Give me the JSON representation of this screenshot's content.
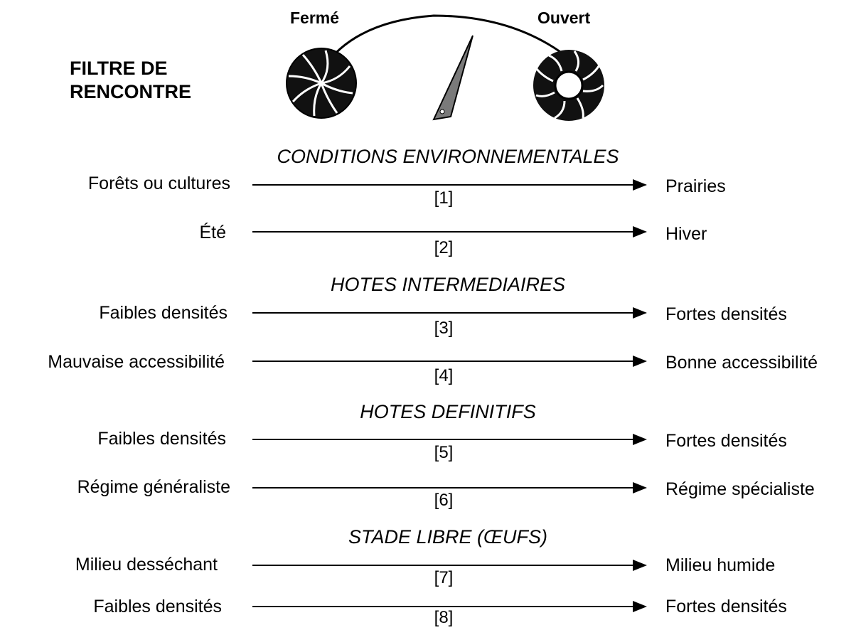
{
  "filter": {
    "title_line1": "FILTRE DE",
    "title_line2": "RENCONTRE",
    "closed_label": "Fermé",
    "open_label": "Ouvert"
  },
  "sections": [
    {
      "title": "CONDITIONS ENVIRONNEMENTALES"
    },
    {
      "title": "HOTES INTERMEDIAIRES"
    },
    {
      "title": "HOTES DEFINITIFS"
    },
    {
      "title": "STADE LIBRE (ŒUFS)"
    }
  ],
  "factors": [
    {
      "left": "Forêts ou cultures",
      "number": "[1]",
      "right": "Prairies"
    },
    {
      "left": "Été",
      "number": "[2]",
      "right": "Hiver"
    },
    {
      "left": "Faibles densités",
      "number": "[3]",
      "right": "Fortes densités"
    },
    {
      "left": "Mauvaise accessibilité",
      "number": "[4]",
      "right": "Bonne accessibilité"
    },
    {
      "left": "Faibles densités",
      "number": "[5]",
      "right": "Fortes densités"
    },
    {
      "left": "Régime généraliste",
      "number": "[6]",
      "right": "Régime spécialiste"
    },
    {
      "left": "Milieu desséchant",
      "number": "[7]",
      "right": "Milieu humide"
    },
    {
      "left": "Faibles densités",
      "number": "[8]",
      "right": "Fortes densités"
    }
  ]
}
